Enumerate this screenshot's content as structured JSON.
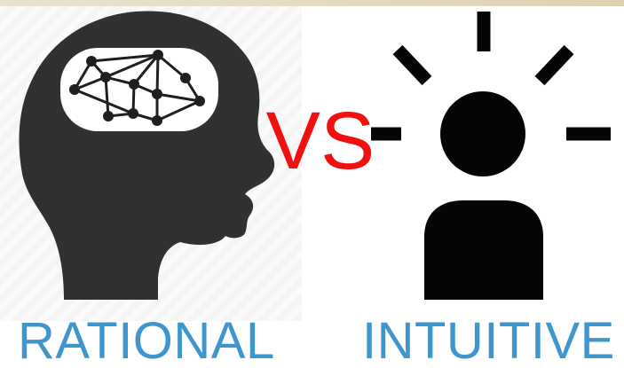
{
  "comparison": {
    "left_label": "RATIONAL",
    "middle_label": "VS",
    "right_label": "INTUITIVE"
  },
  "colors": {
    "head_fill": "#2f3132",
    "brain_panel": "#ffffff",
    "network": "#1d1f20",
    "vs_red": "#f01010",
    "person_fill": "#050505",
    "label_blue": "#3f96cd"
  },
  "icons": {
    "left": "rational-head-network-icon",
    "right": "intuitive-person-idea-icon"
  }
}
